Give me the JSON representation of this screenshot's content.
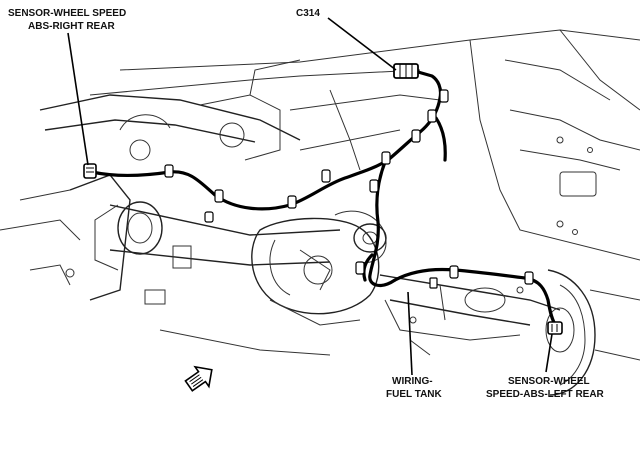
{
  "labels": {
    "sensor_right_line1": "SENSOR-WHEEL SPEED",
    "sensor_right_line2": "ABS-RIGHT REAR",
    "connector": "C314",
    "wiring_line1": "WIRING-",
    "wiring_line2": "FUEL TANK",
    "sensor_left_line1": "SENSOR-WHEEL",
    "sensor_left_line2": "SPEED-ABS-LEFT REAR"
  },
  "icons": {
    "direction": "forward-arrow-icon"
  }
}
